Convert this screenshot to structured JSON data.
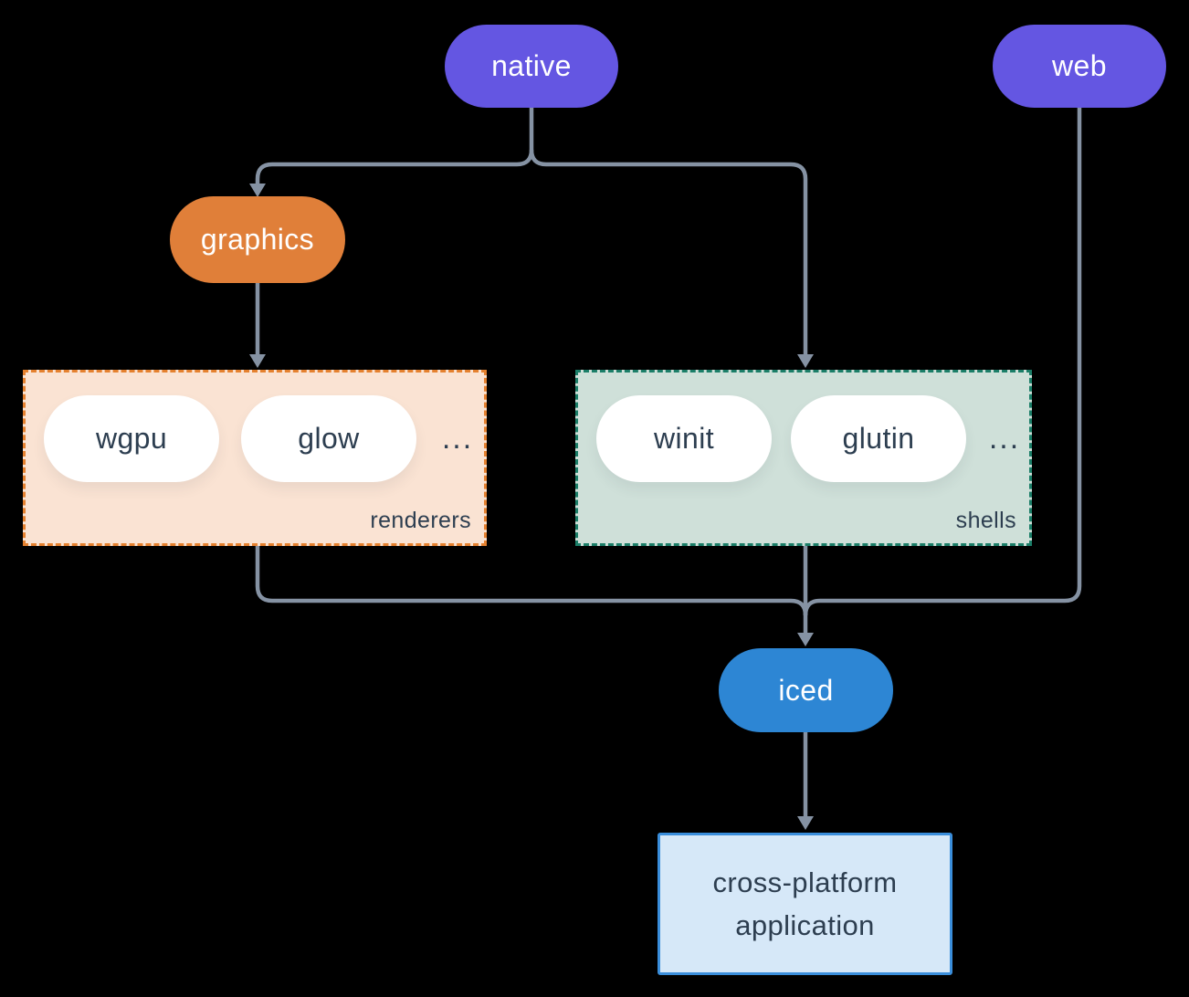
{
  "nodes": {
    "native": {
      "label": "native",
      "fill": "#6456E2"
    },
    "web": {
      "label": "web",
      "fill": "#6456E2"
    },
    "graphics": {
      "label": "graphics",
      "fill": "#E07F39"
    },
    "iced": {
      "label": "iced",
      "fill": "#2D86D4"
    },
    "application": {
      "label": "cross-platform application",
      "fill": "#D6E8F8",
      "border": "#3A8EDB"
    }
  },
  "groups": {
    "renderers": {
      "label": "renderers",
      "ellipsis": "...",
      "fill": "#FAE3D3",
      "border": "#E5812F",
      "items": [
        {
          "label": "wgpu"
        },
        {
          "label": "glow"
        }
      ]
    },
    "shells": {
      "label": "shells",
      "ellipsis": "...",
      "fill": "#CFE0D9",
      "border": "#1B7E68",
      "items": [
        {
          "label": "winit"
        },
        {
          "label": "glutin"
        }
      ]
    }
  },
  "colors": {
    "background": "#000000",
    "connector": "#8592A3",
    "node_purple": "#6456E2",
    "node_orange": "#E07F39",
    "node_blue": "#2D86D4",
    "node_text_light": "#FFFFFF",
    "pill_white": "#FFFFFF",
    "pill_text_dark": "#2D3E50",
    "renderers_bg": "#FAE3D3",
    "renderers_border": "#E5812F",
    "shells_bg": "#CFE0D9",
    "shells_border": "#1B7E68",
    "app_bg": "#D6E8F8",
    "app_border": "#3A8EDB"
  }
}
